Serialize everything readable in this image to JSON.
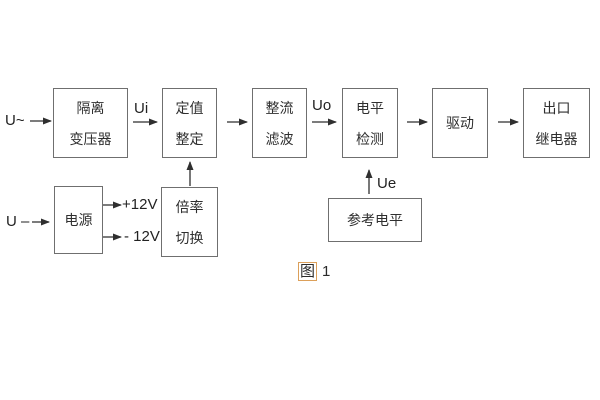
{
  "caption": {
    "figure_char": "图",
    "number": "1"
  },
  "inputs": {
    "ac": "U~",
    "dc": "U –"
  },
  "signals": {
    "ui": "Ui",
    "uo": "Uo",
    "ue": "Ue",
    "plus12": "+12V",
    "minus12": "- 12V"
  },
  "blocks": {
    "transformer": {
      "line1": "隔离",
      "line2": "变压器"
    },
    "setting": {
      "line1": "定值",
      "line2": "整定"
    },
    "rectifier": {
      "line1": "整流",
      "line2": "滤波"
    },
    "level": {
      "line1": "电平",
      "line2": "检测"
    },
    "drive": {
      "line1": "驱动"
    },
    "relay": {
      "line1": "出口",
      "line2": "继电器"
    },
    "power": {
      "line1": "电源"
    },
    "multiplier": {
      "line1": "倍率",
      "line2": "切换"
    },
    "reference": {
      "line1": "参考电平"
    }
  },
  "colors": {
    "box_border": "#6f6f6f",
    "line": "#2f2f2f",
    "text": "#2e2e2e",
    "caption_highlight": "#dca05a"
  }
}
